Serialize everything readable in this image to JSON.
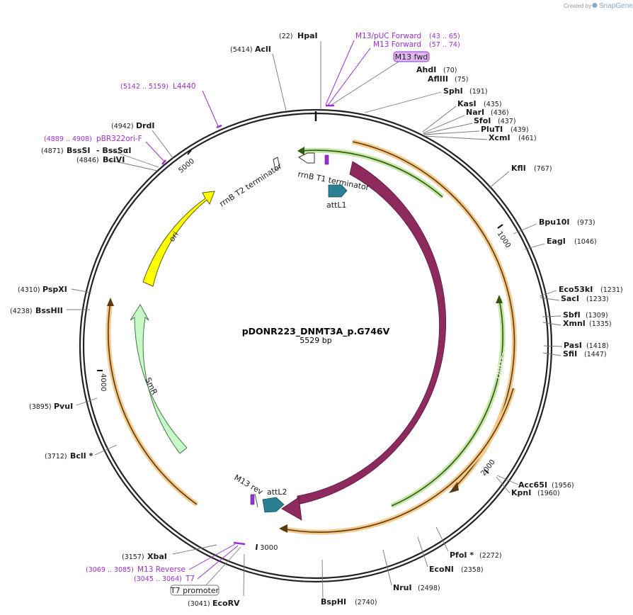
{
  "branding": {
    "created_by": "Created by",
    "product": "SnapGene"
  },
  "plasmid": {
    "name": "pDONR223_DNMT3A_p.G746V",
    "size": "5529 bp"
  },
  "colors": {
    "backbone": "#222222",
    "primer": "#9b30d0",
    "dnmt3a": "#8e2a5e",
    "attL": "#2b7f93",
    "ori": "#ffff00",
    "smr": "#c8f7c8",
    "orf_orange": "#f5b85a",
    "orf_green": "#8ccc52"
  },
  "ticks": {
    "t1000": "1000",
    "t2000": "2000",
    "t3000": "3000",
    "t4000": "4000",
    "t5000": "5000"
  },
  "features": {
    "dnmt3a": "DNMT3A",
    "smr": "SmR",
    "ori": "ori",
    "attL1": "attL1",
    "attL2": "attL2",
    "rrnb_t1": "rrnB T1 terminator",
    "rrnb_t2": "rrnB T2 terminator",
    "m13_rev": "M13 rev"
  },
  "sites": {
    "hpai": {
      "name": "HpaI",
      "pos": "(22)"
    },
    "acli": {
      "name": "AclI",
      "pos": "(5414)"
    },
    "ahdi": {
      "name": "AhdI",
      "pos": "(70)"
    },
    "aflIII": {
      "name": "AflIII",
      "pos": "(75)"
    },
    "sphi": {
      "name": "SphI",
      "pos": "(191)"
    },
    "kasi": {
      "name": "KasI",
      "pos": "(435)"
    },
    "nari": {
      "name": "NarI",
      "pos": "(436)"
    },
    "sfoi": {
      "name": "SfoI",
      "pos": "(437)"
    },
    "pluti": {
      "name": "PluTI",
      "pos": "(439)"
    },
    "xcmi": {
      "name": "XcmI",
      "pos": "(461)"
    },
    "kfli": {
      "name": "KflI",
      "pos": "(767)"
    },
    "bpu10i": {
      "name": "Bpu10I",
      "pos": "(973)"
    },
    "eagi": {
      "name": "EagI",
      "pos": "(1046)"
    },
    "eco53ki": {
      "name": "Eco53kI",
      "pos": "(1231)"
    },
    "saci": {
      "name": "SacI",
      "pos": "(1233)"
    },
    "sbfi": {
      "name": "SbfI",
      "pos": "(1309)"
    },
    "xmni": {
      "name": "XmnI",
      "pos": "(1335)"
    },
    "pasi": {
      "name": "PasI",
      "pos": "(1418)"
    },
    "sfii": {
      "name": "SfiI",
      "pos": "(1447)"
    },
    "acc65i": {
      "name": "Acc65I",
      "pos": "(1956)"
    },
    "kpni": {
      "name": "KpnI",
      "pos": "(1960)"
    },
    "pfoi": {
      "name": "PfoI *",
      "pos": "(2272)"
    },
    "ecoNI": {
      "name": "EcoNI",
      "pos": "(2358)"
    },
    "nrui": {
      "name": "NruI",
      "pos": "(2498)"
    },
    "bsphi": {
      "name": "BspHI",
      "pos": "(2740)"
    },
    "ecorv": {
      "name": "EcoRV",
      "pos": "(3041)"
    },
    "xbai": {
      "name": "XbaI",
      "pos": "(3157)"
    },
    "bcli": {
      "name": "BclI *",
      "pos": "(3712)"
    },
    "pvui": {
      "name": "PvuI",
      "pos": "(3895)"
    },
    "bsshii": {
      "name": "BssHII",
      "pos": "(4238)"
    },
    "pspxi": {
      "name": "PspXI",
      "pos": "(4310)"
    },
    "bcivi": {
      "name": "BciVI",
      "pos": "(4846)"
    },
    "bsssi": {
      "name": "BssSI",
      "pos": "(4871)"
    },
    "bssSai": {
      "name": "- BssSαI",
      "pos": ""
    },
    "drdi": {
      "name": "DrdI",
      "pos": "(4942)"
    }
  },
  "primers": {
    "m13puc": {
      "name": "M13/pUC Forward",
      "pos": "(43 .. 65)"
    },
    "m13fwd_long": {
      "name": "M13 Forward",
      "pos": "(57 .. 74)"
    },
    "m13fwd_box": "M13 fwd",
    "l4440": {
      "name": "L4440",
      "pos": "(5142 .. 5159)"
    },
    "pbr322": {
      "name": "pBR322ori-F",
      "pos": "(4889 .. 4908)"
    },
    "m13rev": {
      "name": "M13 Reverse",
      "pos": "(3069 .. 3085)"
    },
    "t7": {
      "name": "T7",
      "pos": "(3045 .. 3064)"
    },
    "t7promoter_box": "T7 promoter"
  }
}
